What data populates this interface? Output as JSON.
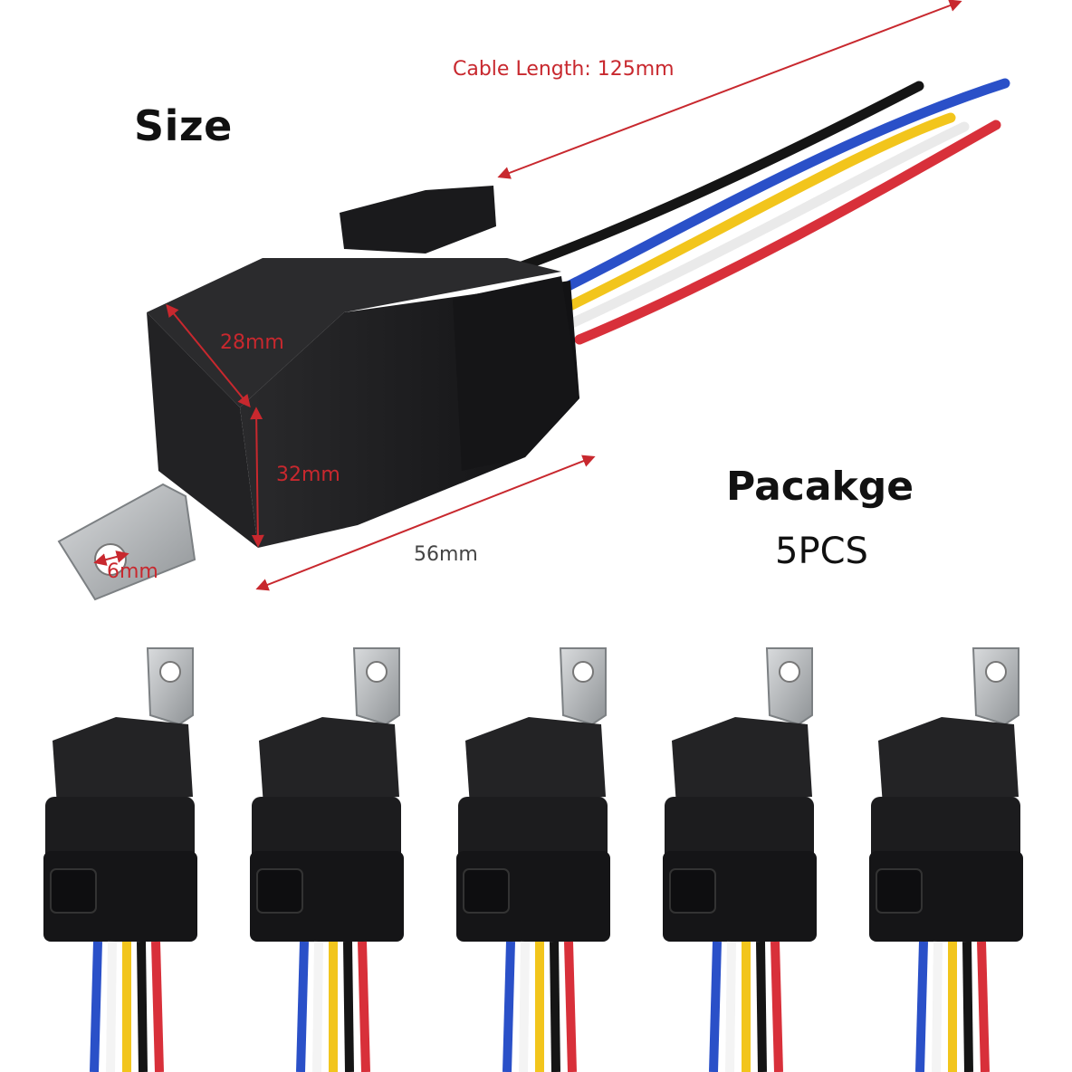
{
  "headings": {
    "size": "Size",
    "package": "Pacakge",
    "quantity": "5PCS"
  },
  "dimensions": {
    "cable_length": "Cable Length: 125mm",
    "width": "28mm",
    "height": "32mm",
    "length": "56mm",
    "hole": "6mm"
  },
  "colors": {
    "dimension_red": "#c8282e",
    "relay_body": "#1c1c1e",
    "wire_black": "#151515",
    "wire_blue": "#2a50c8",
    "wire_yellow": "#f2c51c",
    "wire_white": "#f4f4f4",
    "wire_red": "#d8303a",
    "bracket_metal": "#b9bcbf"
  },
  "package_count": 5
}
